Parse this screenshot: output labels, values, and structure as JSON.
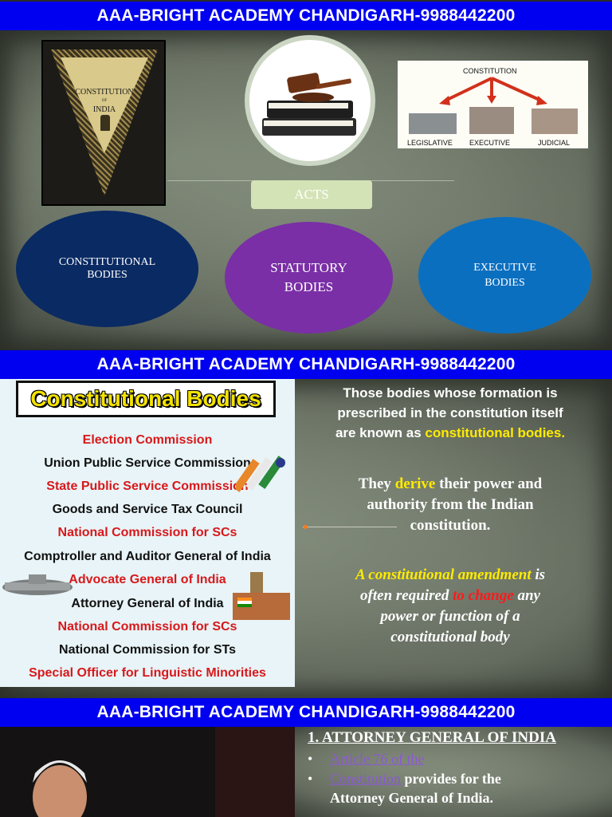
{
  "banners": {
    "top": "AAA-BRIGHT ACADEMY CHANDIGARH-9988442200",
    "middle": "AAA-BRIGHT ACADEMY CHANDIGARH-9988442200",
    "bottom": "AAA-BRIGHT ACADEMY CHANDIGARH-9988442200"
  },
  "slide1": {
    "book": {
      "title_line1": "CONSTITUTION",
      "title_of": "OF",
      "title_line2": "INDIA"
    },
    "branches": {
      "top": "CONSTITUTION",
      "left": "LEGISLATIVE",
      "middle": "EXECUTIVE",
      "right": "JUDICIAL"
    },
    "acts_label": "ACTS",
    "bodies": [
      {
        "line1": "CONSTITUTIONAL",
        "line2": "BODIES",
        "color": "#0a2a63"
      },
      {
        "line1": "STATUTORY",
        "line2": "BODIES",
        "color": "#7a2fa6"
      },
      {
        "line1": "EXECUTIVE",
        "line2": "BODIES",
        "color": "#0b6fc0"
      }
    ]
  },
  "slide2": {
    "panel_title": "Constitutional Bodies",
    "items": [
      {
        "text": "Election Commission",
        "color": "red"
      },
      {
        "text": "Union Public Service Commission",
        "color": "black"
      },
      {
        "text": "State Public Service Commission",
        "color": "red"
      },
      {
        "text": "Goods and Service Tax Council",
        "color": "black"
      },
      {
        "text": "National Commission for SCs",
        "color": "red"
      },
      {
        "text": "Comptroller and Auditor General of India",
        "color": "black"
      },
      {
        "text": "Advocate General of India",
        "color": "red"
      },
      {
        "text": "Attorney General of India",
        "color": "black"
      },
      {
        "text": "National Commission for SCs",
        "color": "red"
      },
      {
        "text": "National Commission for STs",
        "color": "black"
      },
      {
        "text": "Special Officer for Linguistic Minorities",
        "color": "red"
      }
    ],
    "para1": {
      "line1": "Those bodies whose formation is",
      "line2": "prescribed in the constitution itself",
      "line3_pre": "are known as ",
      "line3_hl": "constitutional bodies."
    },
    "para2": {
      "line1_pre": "They ",
      "line1_hl": "derive",
      "line1_post": " their power and",
      "line2": "authority from the Indian",
      "line3": "constitution."
    },
    "para3": {
      "line1_hl": "A constitutional amendment",
      "line1_post": " is",
      "line2_pre": "often required ",
      "line2_hl": "to change",
      "line2_post": " any",
      "line3": "power or function of a",
      "line4": "constitutional body"
    }
  },
  "slide3": {
    "heading": "1. ATTORNEY GENERAL OF INDIA",
    "bullet1": "Article 76 of the",
    "bullet2_link": "Constitution",
    "bullet2_post": " provides for the",
    "bullet2_line2": "Attorney General of India."
  }
}
